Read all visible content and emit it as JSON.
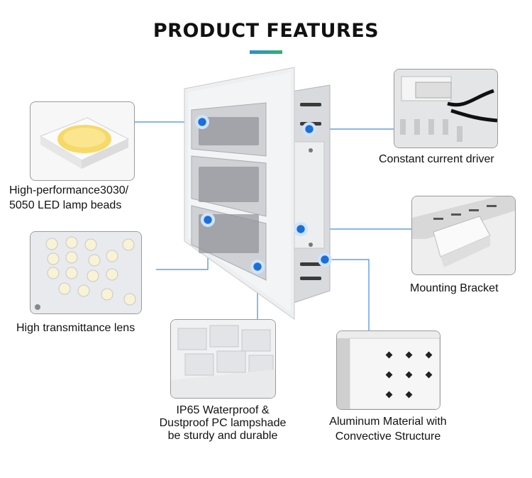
{
  "title": "PRODUCT FEATURES",
  "colors": {
    "accent_blue": "#2a8fd6",
    "accent_green": "#2fb36b",
    "callout_line": "#3a8fe0"
  },
  "features": {
    "lamp_beads": {
      "line1": "High-performance3030/",
      "line2": "5050 LED lamp beads"
    },
    "driver": {
      "label": "Constant current driver"
    },
    "lens": {
      "label": "High transmittance lens"
    },
    "bracket": {
      "label": "Mounting Bracket"
    },
    "lampshade": {
      "line1": "IP65 Waterproof &",
      "line2": "Dustproof PC lampshade",
      "line3": "be sturdy and durable"
    },
    "aluminum": {
      "line1": "Aluminum Material with",
      "line2": "Convective Structure"
    }
  }
}
